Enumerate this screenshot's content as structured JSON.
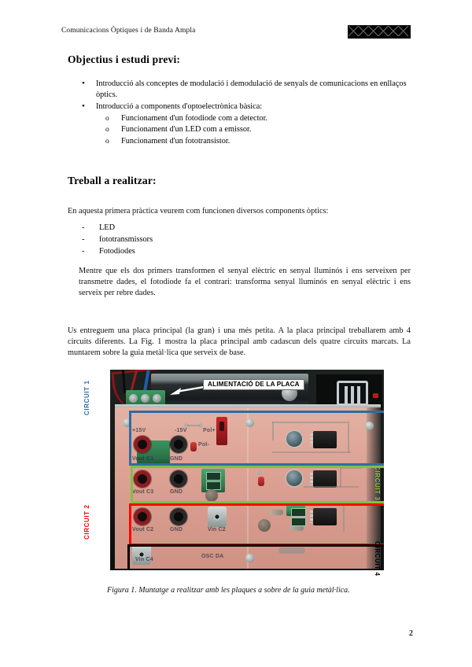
{
  "header": {
    "title": "Comunicacions Òptiques i de Banda Ampla",
    "redaction_icon": "redacted-block-icon"
  },
  "sections": {
    "objectius": {
      "heading": "Objectius i estudi previ:",
      "bullets": [
        "Introducció als conceptes de modulació i demodulació de senyals de comunicacions en enllaços òptics.",
        "Introducció a components d'optoelectrònica bàsica:"
      ],
      "subbullets": [
        "Funcionament d'un fotodiode com a detector.",
        "Funcionament d'un LED com a emissor.",
        "Funcionament d'un fototransistor."
      ],
      "bullet_glyph": "•",
      "subbullet_glyph": "o"
    },
    "treball": {
      "heading": "Treball a realitzar:",
      "intro": "En aquesta primera pràctica veurem com funcionen diversos components òptics:",
      "dash_glyph": "-",
      "components": [
        "LED",
        "fototransmissors",
        "Fotodiodes"
      ],
      "paragraph_mentre": "Mentre que els dos primers transformen el senyal elèctric en senyal lluminós i ens serveixen per transmetre dades, el fotodiode fa el contrari: transforma senyal lluminós en senyal elèctric i ens serveix per rebre dades.",
      "paragraph_entregue": "Us entreguem una placa principal (la gran) i una més petita. A la placa principal treballarem amb 4 circuits diferents. La Fig. 1 mostra la placa principal amb cadascun dels quatre circuits marcats. La muntarem sobre la guia metàl·lica que serveix de base."
    }
  },
  "figure": {
    "callout": "ALIMENTACIÓ DE LA PLACA",
    "caption": "Figura 1. Muntatge a realitzar amb les plaques a sobre de la guia metàl·lica.",
    "circuits": [
      {
        "label": "CIRCUIT 1",
        "color": "#2E6CA4"
      },
      {
        "label": "CIRCUIT 2",
        "color": "#FF0000"
      },
      {
        "label": "CIRCUIT 3",
        "color": "#7DC242"
      },
      {
        "label": "CIRCUIT 4",
        "color": "#000000"
      }
    ],
    "silkscreen": {
      "plus15v": "+15V",
      "minus15v": "-15V",
      "pol_plus": "Pol+",
      "pol_minus": "Pol-",
      "vout_c1": "Vout C1",
      "gnd1": "GND",
      "vout_c3": "Vout C3",
      "gnd3": "GND",
      "vout_c2": "Vout C2",
      "gnd2": "GND",
      "vin_c2": "Vin C2",
      "vin_c4": "Vin C4",
      "osc_da": "OSC DA"
    }
  },
  "footer": {
    "page_number": "2"
  }
}
